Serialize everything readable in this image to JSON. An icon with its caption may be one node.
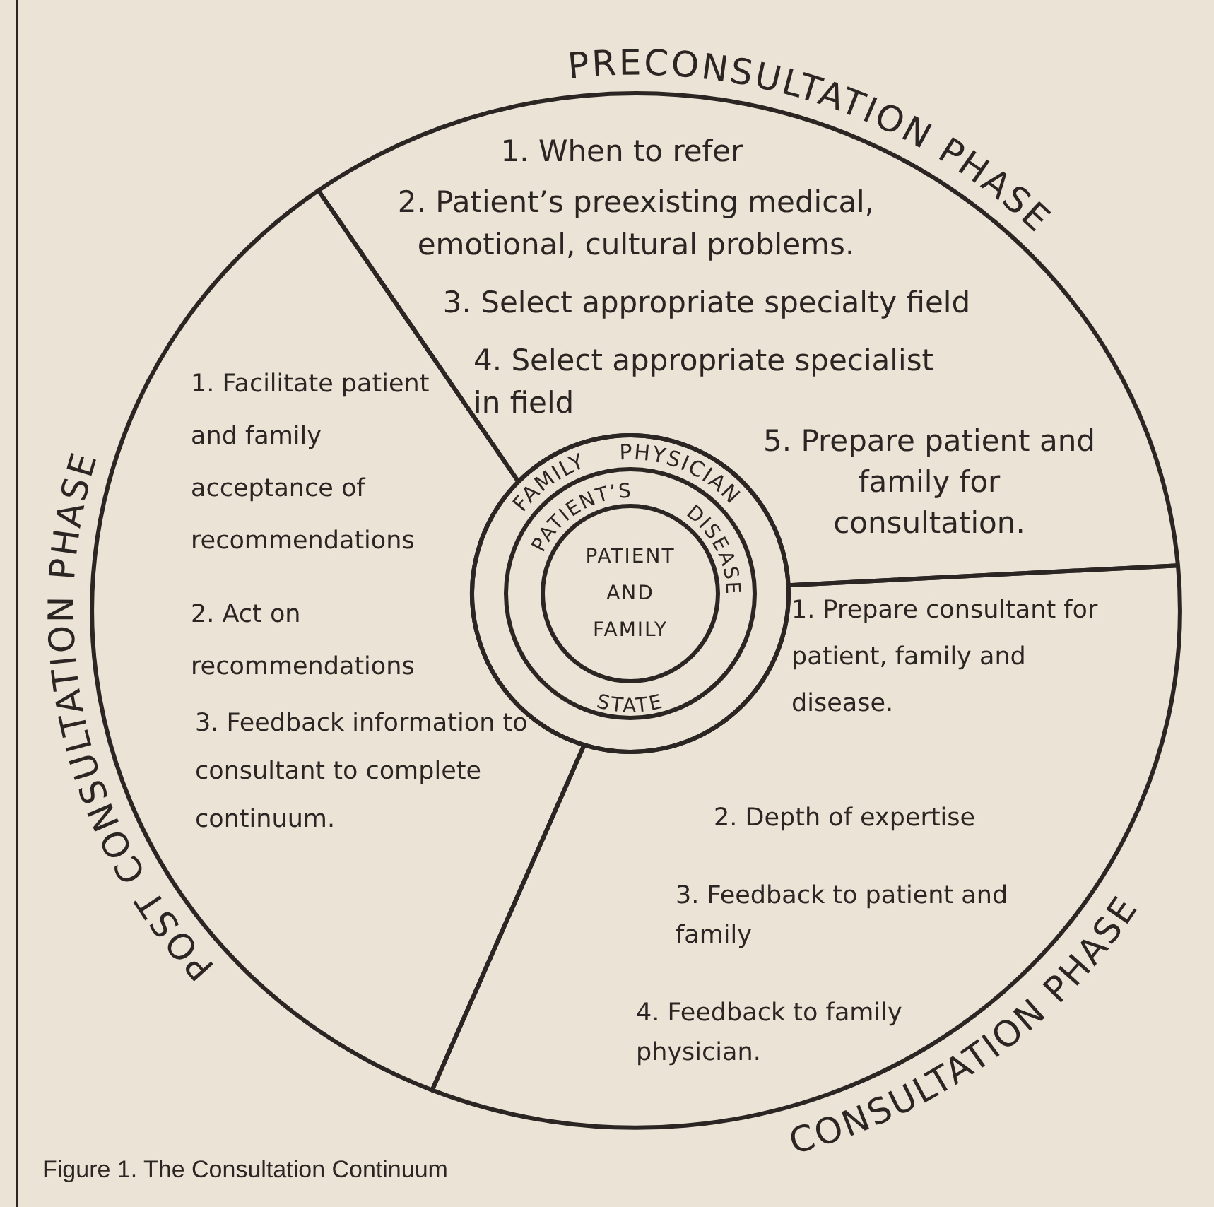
{
  "diagram": {
    "caption": "Figure 1. The Consultation Continuum",
    "nodes": [
      {
        "text": [
          "PRECONSULTATION PHASE",
          "1. When to refer",
          "2. Patient’s preexisting medical, emotional, cultural problems.",
          "3. Select appropriate specialty field",
          "4. Select appropriate specialist in field",
          "5. Prepare patient and family for consultation."
        ]
      },
      {
        "text": [
          "POST CONSULTATION PHASE",
          "1. Facilitate patient and family acceptance of recommendations",
          "2. Act on recommendations",
          "3. Feedback information to consultant to complete continuum."
        ]
      },
      {
        "text": [
          "1. Prepare consultant for patient, family and disease.",
          "2. Depth of expertise",
          "3. Feedback to patient and family",
          "4. Feedback to family physician.",
          "CONSULTATION PHASE"
        ]
      },
      {
        "text": [
          "FAMILY PHYSICIAN",
          "PATIENT’S DISEASE",
          "PATIENT AND FAMILY",
          "STATE"
        ]
      }
    ]
  }
}
